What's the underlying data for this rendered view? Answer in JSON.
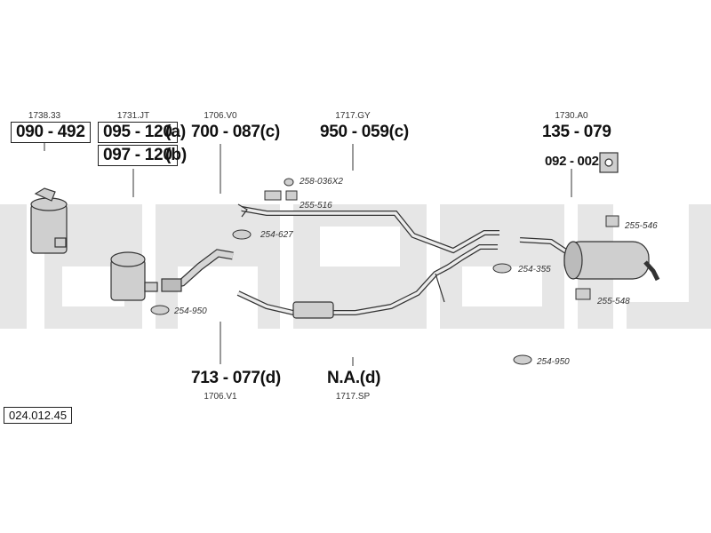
{
  "catalog_number": "024.012.45",
  "parts": {
    "dpf": {
      "oe": "1738.33",
      "number": "090 - 492"
    },
    "cat_a": {
      "oe": "1731.JT",
      "number": "095 - 120",
      "suffix": "(a)"
    },
    "cat_b": {
      "number": "097 - 120",
      "suffix": "(b)"
    },
    "front_pipe_c": {
      "oe": "1706.V0",
      "number": "700 - 087(c)"
    },
    "middle_pipe_c": {
      "oe": "1717.GY",
      "number": "950 - 059(c)"
    },
    "rear_silencer": {
      "oe": "1730.A0",
      "number": "135 - 079"
    },
    "rear_clamp": {
      "number": "092 - 002"
    },
    "front_pipe_d": {
      "oe": "1706.V1",
      "number": "713 - 077(d)"
    },
    "middle_pipe_d": {
      "oe": "1717.SP",
      "number": "N.A.(d)"
    }
  },
  "accessories": {
    "a1": "258-036X2",
    "a2": "255-516",
    "a3": "254-627",
    "a4": "254-950",
    "a5": "255-546",
    "a6": "254-355",
    "a7": "255-548",
    "a8": "254-950"
  },
  "colors": {
    "watermark": "#e6e6e6",
    "line": "#333333",
    "part_fill": "#cfcfcf"
  }
}
